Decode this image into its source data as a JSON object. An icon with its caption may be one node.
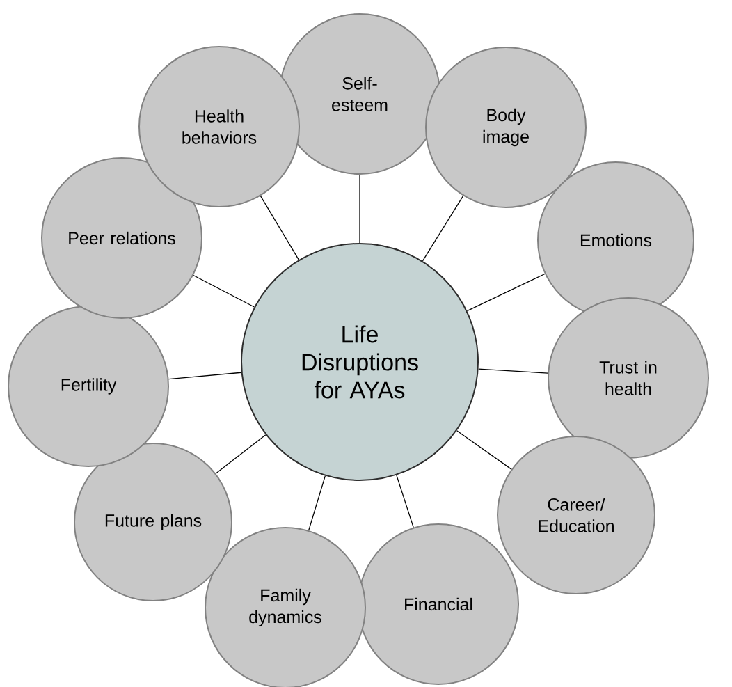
{
  "diagram": {
    "nodes": [
      {
        "text": [
          "Life Disruptions for AYAs"
        ]
      },
      {
        "text": [
          "Self- esteem"
        ]
      },
      {
        "text": [
          "Body image"
        ]
      },
      {
        "text": [
          "Emotions"
        ]
      },
      {
        "text": [
          "Trust in health"
        ]
      },
      {
        "text": [
          "Career/ Education"
        ]
      },
      {
        "text": [
          "Financial"
        ]
      },
      {
        "text": [
          "Family dynamics"
        ]
      },
      {
        "text": [
          "Future plans"
        ]
      },
      {
        "text": [
          "Fertility"
        ]
      },
      {
        "text": [
          "Peer relations"
        ]
      },
      {
        "text": [
          "Health behaviors"
        ]
      }
    ],
    "edges": [
      {
        "from": 0,
        "to": 1,
        "arrow": "none"
      },
      {
        "from": 0,
        "to": 2,
        "arrow": "none"
      },
      {
        "from": 0,
        "to": 3,
        "arrow": "none"
      },
      {
        "from": 0,
        "to": 4,
        "arrow": "none"
      },
      {
        "from": 0,
        "to": 5,
        "arrow": "none"
      },
      {
        "from": 0,
        "to": 6,
        "arrow": "none"
      },
      {
        "from": 0,
        "to": 7,
        "arrow": "none"
      },
      {
        "from": 0,
        "to": 8,
        "arrow": "none"
      },
      {
        "from": 0,
        "to": 9,
        "arrow": "none"
      },
      {
        "from": 0,
        "to": 10,
        "arrow": "none"
      },
      {
        "from": 0,
        "to": 11,
        "arrow": "none"
      }
    ]
  }
}
